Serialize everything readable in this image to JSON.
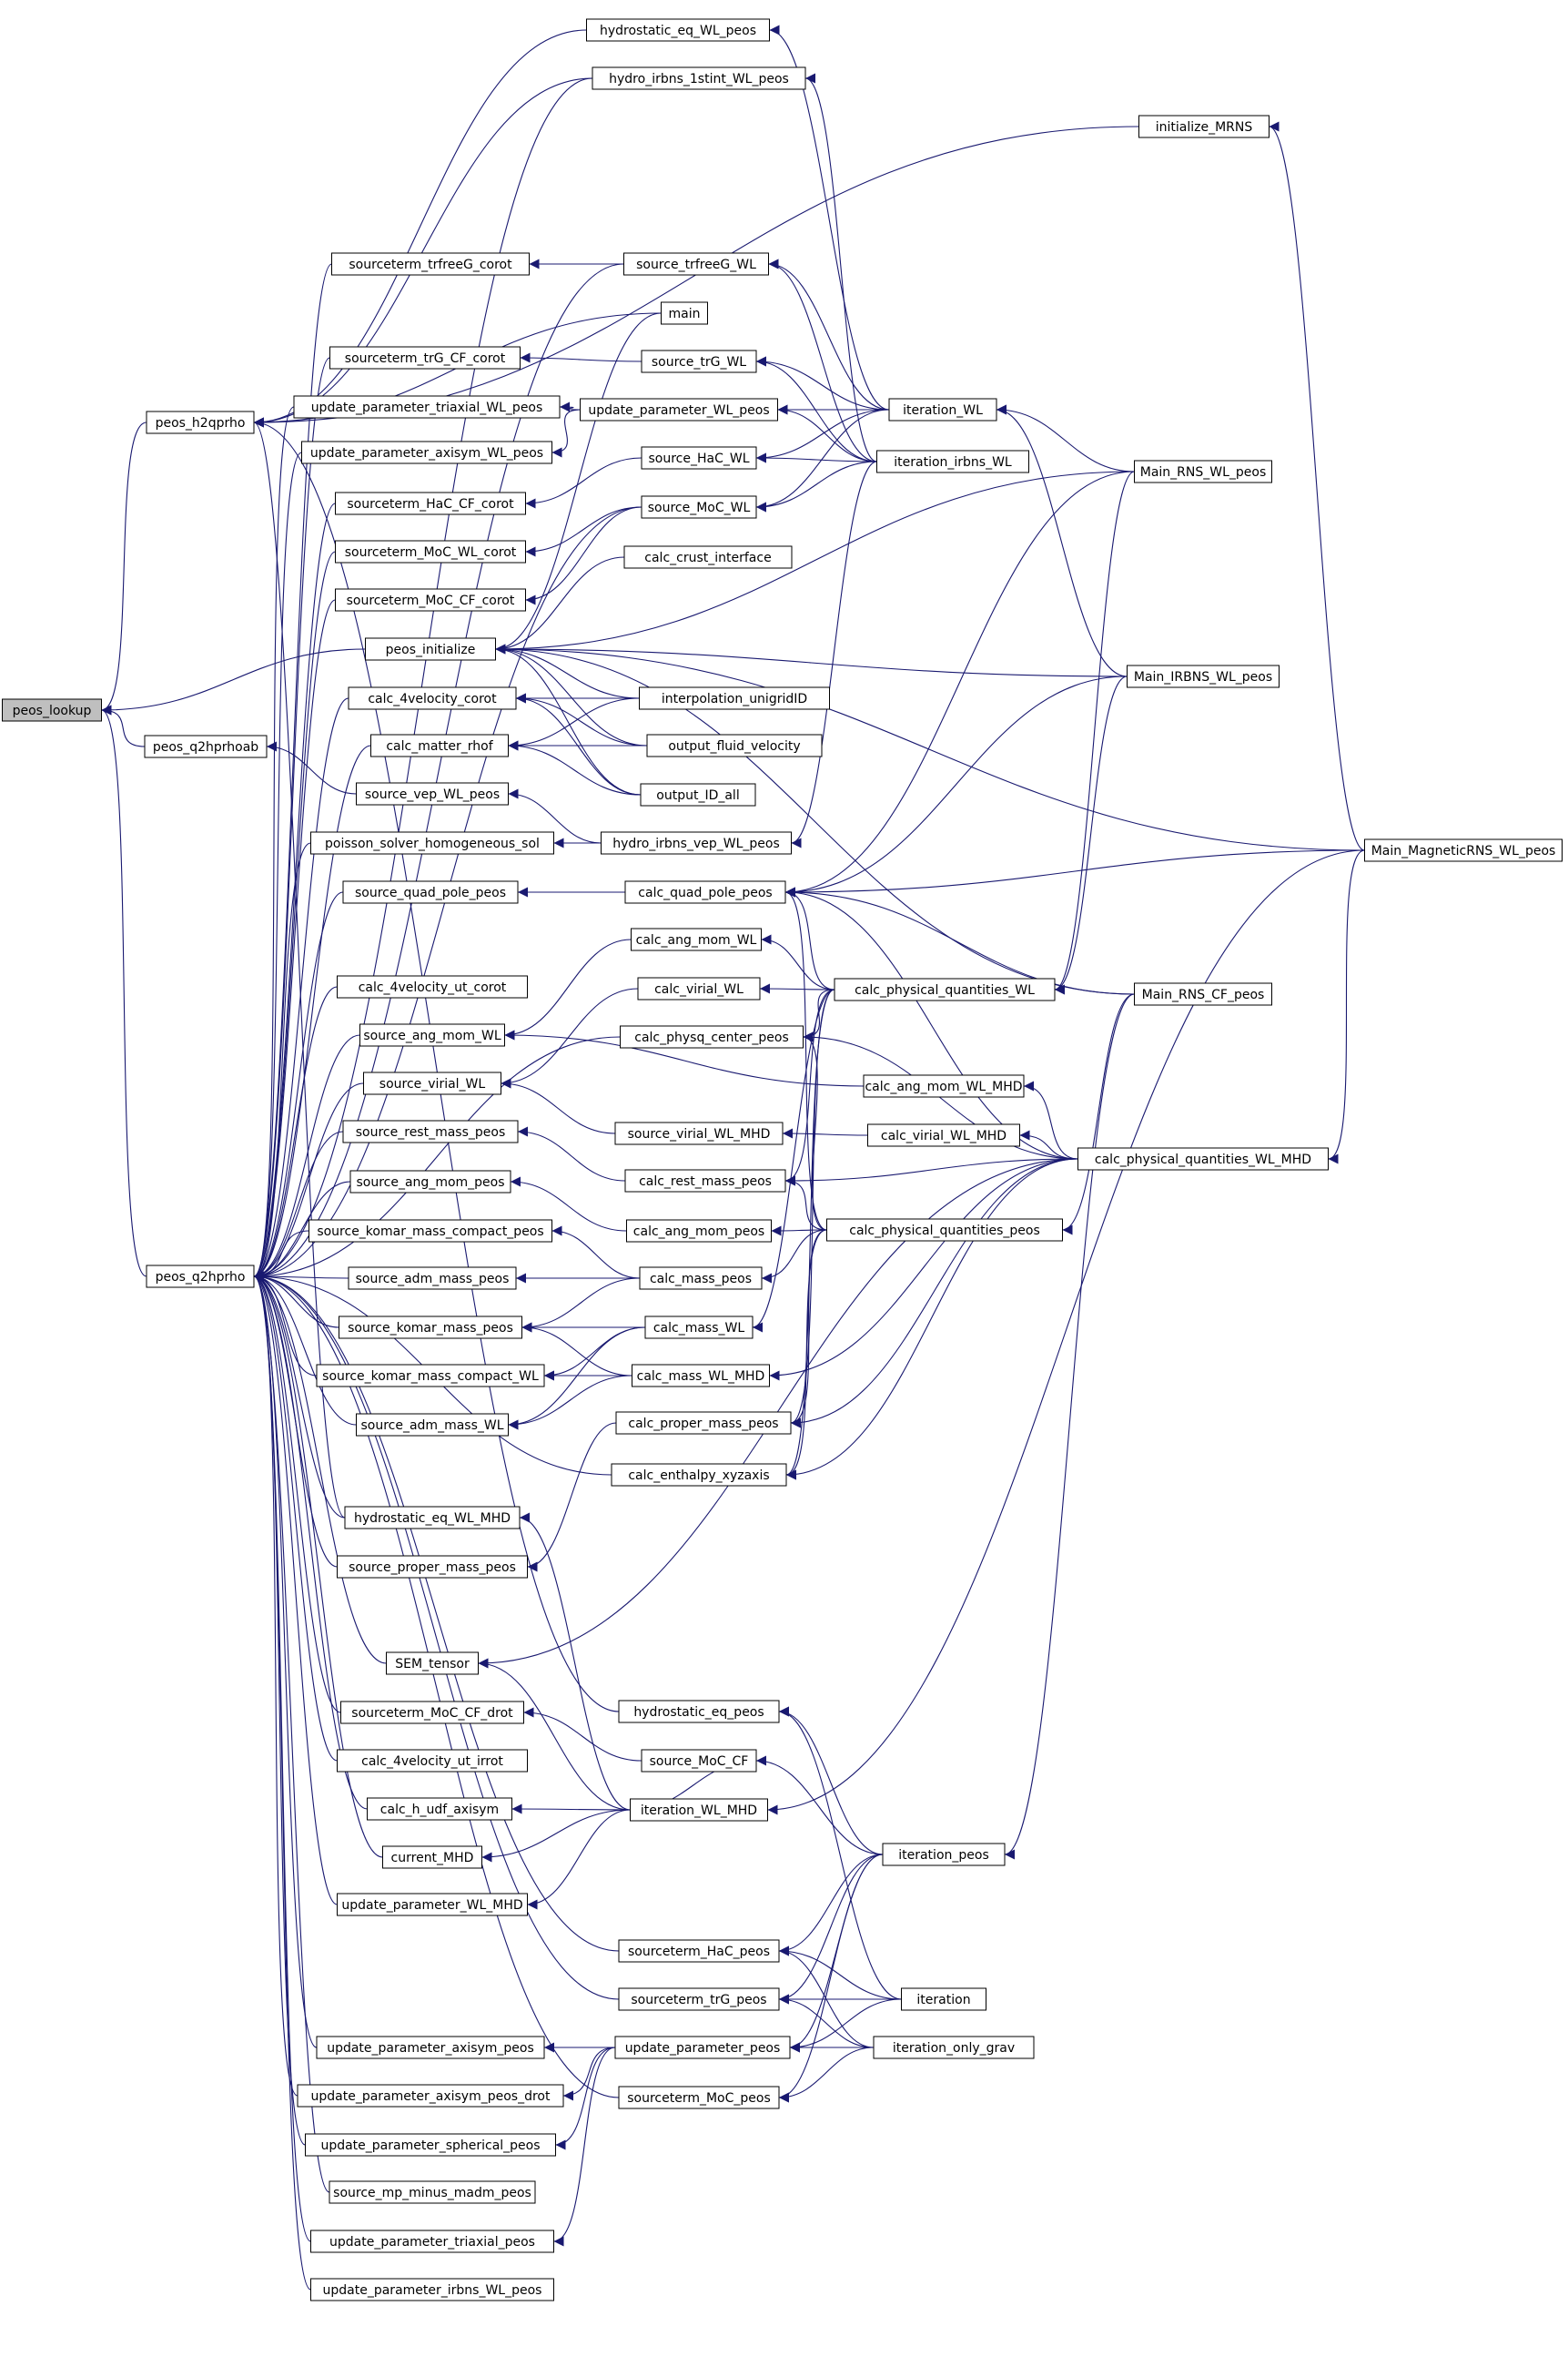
{
  "colors": {
    "edge": "#191970",
    "node_border": "#000000",
    "node_fill": "#ffffff",
    "root_fill": "#bfbfbf",
    "text": "#000000"
  },
  "nodes": [
    {
      "id": "peos_lookup",
      "label": "peos_lookup",
      "root": true
    },
    {
      "id": "peos_h2qprho",
      "label": "peos_h2qprho"
    },
    {
      "id": "peos_q2hprhoab",
      "label": "peos_q2hprhoab"
    },
    {
      "id": "peos_q2hprho",
      "label": "peos_q2hprho"
    },
    {
      "id": "hydrostatic_eq_WL_peos",
      "label": "hydrostatic_eq_WL_peos"
    },
    {
      "id": "hydro_irbns_1stint_WL_peos",
      "label": "hydro_irbns_1stint_WL_peos"
    },
    {
      "id": "initialize_MRNS",
      "label": "initialize_MRNS"
    },
    {
      "id": "sourceterm_trfreeG_corot",
      "label": "sourceterm_trfreeG_corot"
    },
    {
      "id": "source_trfreeG_WL",
      "label": "source_trfreeG_WL"
    },
    {
      "id": "main",
      "label": "main"
    },
    {
      "id": "sourceterm_trG_CF_corot",
      "label": "sourceterm_trG_CF_corot"
    },
    {
      "id": "source_trG_WL",
      "label": "source_trG_WL"
    },
    {
      "id": "update_parameter_triaxial_WL_peos",
      "label": "update_parameter_triaxial_WL_peos"
    },
    {
      "id": "update_parameter_WL_peos",
      "label": "update_parameter_WL_peos"
    },
    {
      "id": "iteration_WL",
      "label": "iteration_WL"
    },
    {
      "id": "update_parameter_axisym_WL_peos",
      "label": "update_parameter_axisym_WL_peos"
    },
    {
      "id": "source_HaC_WL",
      "label": "source_HaC_WL"
    },
    {
      "id": "iteration_irbns_WL",
      "label": "iteration_irbns_WL"
    },
    {
      "id": "Main_RNS_WL_peos",
      "label": "Main_RNS_WL_peos"
    },
    {
      "id": "sourceterm_HaC_CF_corot",
      "label": "sourceterm_HaC_CF_corot"
    },
    {
      "id": "source_MoC_WL",
      "label": "source_MoC_WL"
    },
    {
      "id": "sourceterm_MoC_WL_corot",
      "label": "sourceterm_MoC_WL_corot"
    },
    {
      "id": "calc_crust_interface",
      "label": "calc_crust_interface"
    },
    {
      "id": "sourceterm_MoC_CF_corot",
      "label": "sourceterm_MoC_CF_corot"
    },
    {
      "id": "peos_initialize",
      "label": "peos_initialize"
    },
    {
      "id": "Main_IRBNS_WL_peos",
      "label": "Main_IRBNS_WL_peos"
    },
    {
      "id": "calc_4velocity_corot",
      "label": "calc_4velocity_corot"
    },
    {
      "id": "interpolation_unigridID",
      "label": "interpolation_unigridID"
    },
    {
      "id": "calc_matter_rhof",
      "label": "calc_matter_rhof"
    },
    {
      "id": "output_fluid_velocity",
      "label": "output_fluid_velocity"
    },
    {
      "id": "source_vep_WL_peos",
      "label": "source_vep_WL_peos"
    },
    {
      "id": "output_ID_all",
      "label": "output_ID_all"
    },
    {
      "id": "poisson_solver_homogeneous_sol",
      "label": "poisson_solver_homogeneous_sol"
    },
    {
      "id": "hydro_irbns_vep_WL_peos",
      "label": "hydro_irbns_vep_WL_peos"
    },
    {
      "id": "Main_MagneticRNS_WL_peos",
      "label": "Main_MagneticRNS_WL_peos"
    },
    {
      "id": "source_quad_pole_peos",
      "label": "source_quad_pole_peos"
    },
    {
      "id": "calc_quad_pole_peos",
      "label": "calc_quad_pole_peos"
    },
    {
      "id": "calc_ang_mom_WL",
      "label": "calc_ang_mom_WL"
    },
    {
      "id": "calc_4velocity_ut_corot",
      "label": "calc_4velocity_ut_corot"
    },
    {
      "id": "calc_virial_WL",
      "label": "calc_virial_WL"
    },
    {
      "id": "calc_physical_quantities_WL",
      "label": "calc_physical_quantities_WL"
    },
    {
      "id": "Main_RNS_CF_peos",
      "label": "Main_RNS_CF_peos"
    },
    {
      "id": "source_ang_mom_WL",
      "label": "source_ang_mom_WL"
    },
    {
      "id": "calc_physq_center_peos",
      "label": "calc_physq_center_peos"
    },
    {
      "id": "source_virial_WL",
      "label": "source_virial_WL"
    },
    {
      "id": "calc_ang_mom_WL_MHD",
      "label": "calc_ang_mom_WL_MHD"
    },
    {
      "id": "source_rest_mass_peos",
      "label": "source_rest_mass_peos"
    },
    {
      "id": "source_virial_WL_MHD",
      "label": "source_virial_WL_MHD"
    },
    {
      "id": "calc_virial_WL_MHD",
      "label": "calc_virial_WL_MHD"
    },
    {
      "id": "calc_physical_quantities_WL_MHD",
      "label": "calc_physical_quantities_WL_MHD"
    },
    {
      "id": "calc_rest_mass_peos",
      "label": "calc_rest_mass_peos"
    },
    {
      "id": "source_ang_mom_peos",
      "label": "source_ang_mom_peos"
    },
    {
      "id": "calc_ang_mom_peos",
      "label": "calc_ang_mom_peos"
    },
    {
      "id": "calc_physical_quantities_peos",
      "label": "calc_physical_quantities_peos"
    },
    {
      "id": "source_komar_mass_compact_peos",
      "label": "source_komar_mass_compact_peos"
    },
    {
      "id": "source_adm_mass_peos",
      "label": "source_adm_mass_peos"
    },
    {
      "id": "calc_mass_peos",
      "label": "calc_mass_peos"
    },
    {
      "id": "source_komar_mass_peos",
      "label": "source_komar_mass_peos"
    },
    {
      "id": "calc_mass_WL",
      "label": "calc_mass_WL"
    },
    {
      "id": "source_komar_mass_compact_WL",
      "label": "source_komar_mass_compact_WL"
    },
    {
      "id": "calc_mass_WL_MHD",
      "label": "calc_mass_WL_MHD"
    },
    {
      "id": "source_adm_mass_WL",
      "label": "source_adm_mass_WL"
    },
    {
      "id": "calc_proper_mass_peos",
      "label": "calc_proper_mass_peos"
    },
    {
      "id": "calc_enthalpy_xyzaxis",
      "label": "calc_enthalpy_xyzaxis"
    },
    {
      "id": "hydrostatic_eq_WL_MHD",
      "label": "hydrostatic_eq_WL_MHD"
    },
    {
      "id": "source_proper_mass_peos",
      "label": "source_proper_mass_peos"
    },
    {
      "id": "SEM_tensor",
      "label": "SEM_tensor"
    },
    {
      "id": "hydrostatic_eq_peos",
      "label": "hydrostatic_eq_peos"
    },
    {
      "id": "sourceterm_MoC_CF_drot",
      "label": "sourceterm_MoC_CF_drot"
    },
    {
      "id": "source_MoC_CF",
      "label": "source_MoC_CF"
    },
    {
      "id": "calc_4velocity_ut_irrot",
      "label": "calc_4velocity_ut_irrot"
    },
    {
      "id": "calc_h_udf_axisym",
      "label": "calc_h_udf_axisym"
    },
    {
      "id": "iteration_WL_MHD",
      "label": "iteration_WL_MHD"
    },
    {
      "id": "current_MHD",
      "label": "current_MHD"
    },
    {
      "id": "iteration_peos",
      "label": "iteration_peos"
    },
    {
      "id": "update_parameter_WL_MHD",
      "label": "update_parameter_WL_MHD"
    },
    {
      "id": "sourceterm_HaC_peos",
      "label": "sourceterm_HaC_peos"
    },
    {
      "id": "sourceterm_trG_peos",
      "label": "sourceterm_trG_peos"
    },
    {
      "id": "iteration",
      "label": "iteration"
    },
    {
      "id": "update_parameter_axisym_peos",
      "label": "update_parameter_axisym_peos"
    },
    {
      "id": "update_parameter_peos",
      "label": "update_parameter_peos"
    },
    {
      "id": "iteration_only_grav",
      "label": "iteration_only_grav"
    },
    {
      "id": "update_parameter_axisym_peos_drot",
      "label": "update_parameter_axisym_peos_drot"
    },
    {
      "id": "sourceterm_MoC_peos",
      "label": "sourceterm_MoC_peos"
    },
    {
      "id": "update_parameter_spherical_peos",
      "label": "update_parameter_spherical_peos"
    },
    {
      "id": "source_mp_minus_madm_peos",
      "label": "source_mp_minus_madm_peos"
    },
    {
      "id": "update_parameter_triaxial_peos",
      "label": "update_parameter_triaxial_peos"
    },
    {
      "id": "update_parameter_irbns_WL_peos",
      "label": "update_parameter_irbns_WL_peos"
    }
  ],
  "edges": [
    [
      "peos_h2qprho",
      "peos_lookup"
    ],
    [
      "peos_q2hprhoab",
      "peos_lookup"
    ],
    [
      "peos_q2hprho",
      "peos_lookup"
    ],
    [
      "peos_initialize",
      "peos_lookup"
    ],
    [
      "hydrostatic_eq_WL_peos",
      "peos_h2qprho"
    ],
    [
      "hydro_irbns_1stint_WL_peos",
      "peos_h2qprho"
    ],
    [
      "initialize_MRNS",
      "peos_h2qprho"
    ],
    [
      "main",
      "peos_h2qprho"
    ],
    [
      "hydrostatic_eq_WL_MHD",
      "peos_h2qprho"
    ],
    [
      "hydrostatic_eq_peos",
      "peos_h2qprho"
    ],
    [
      "source_vep_WL_peos",
      "peos_q2hprhoab"
    ],
    [
      "sourceterm_trfreeG_corot",
      "peos_q2hprho"
    ],
    [
      "sourceterm_trG_CF_corot",
      "peos_q2hprho"
    ],
    [
      "update_parameter_triaxial_WL_peos",
      "peos_q2hprho"
    ],
    [
      "update_parameter_axisym_WL_peos",
      "peos_q2hprho"
    ],
    [
      "sourceterm_HaC_CF_corot",
      "peos_q2hprho"
    ],
    [
      "sourceterm_MoC_WL_corot",
      "peos_q2hprho"
    ],
    [
      "sourceterm_MoC_CF_corot",
      "peos_q2hprho"
    ],
    [
      "calc_4velocity_corot",
      "peos_q2hprho"
    ],
    [
      "calc_matter_rhof",
      "peos_q2hprho"
    ],
    [
      "poisson_solver_homogeneous_sol",
      "peos_q2hprho"
    ],
    [
      "source_quad_pole_peos",
      "peos_q2hprho"
    ],
    [
      "calc_physq_center_peos",
      "peos_q2hprho"
    ],
    [
      "calc_4velocity_ut_corot",
      "peos_q2hprho"
    ],
    [
      "source_ang_mom_WL",
      "peos_q2hprho"
    ],
    [
      "source_virial_WL",
      "peos_q2hprho"
    ],
    [
      "source_rest_mass_peos",
      "peos_q2hprho"
    ],
    [
      "source_ang_mom_peos",
      "peos_q2hprho"
    ],
    [
      "source_komar_mass_compact_peos",
      "peos_q2hprho"
    ],
    [
      "source_adm_mass_peos",
      "peos_q2hprho"
    ],
    [
      "source_komar_mass_peos",
      "peos_q2hprho"
    ],
    [
      "source_komar_mass_compact_WL",
      "peos_q2hprho"
    ],
    [
      "source_adm_mass_WL",
      "peos_q2hprho"
    ],
    [
      "calc_enthalpy_xyzaxis",
      "peos_q2hprho"
    ],
    [
      "hydrostatic_eq_WL_MHD",
      "peos_q2hprho"
    ],
    [
      "source_proper_mass_peos",
      "peos_q2hprho"
    ],
    [
      "SEM_tensor",
      "peos_q2hprho"
    ],
    [
      "sourceterm_MoC_CF_drot",
      "peos_q2hprho"
    ],
    [
      "calc_4velocity_ut_irrot",
      "peos_q2hprho"
    ],
    [
      "calc_h_udf_axisym",
      "peos_q2hprho"
    ],
    [
      "current_MHD",
      "peos_q2hprho"
    ],
    [
      "update_parameter_WL_MHD",
      "peos_q2hprho"
    ],
    [
      "sourceterm_HaC_peos",
      "peos_q2hprho"
    ],
    [
      "sourceterm_trG_peos",
      "peos_q2hprho"
    ],
    [
      "update_parameter_axisym_peos",
      "peos_q2hprho"
    ],
    [
      "update_parameter_axisym_peos_drot",
      "peos_q2hprho"
    ],
    [
      "update_parameter_spherical_peos",
      "peos_q2hprho"
    ],
    [
      "source_mp_minus_madm_peos",
      "peos_q2hprho"
    ],
    [
      "update_parameter_triaxial_peos",
      "peos_q2hprho"
    ],
    [
      "update_parameter_irbns_WL_peos",
      "peos_q2hprho"
    ],
    [
      "sourceterm_MoC_peos",
      "peos_q2hprho"
    ],
    [
      "hydro_irbns_1stint_WL_peos",
      "peos_q2hprho"
    ],
    [
      "source_MoC_WL",
      "peos_q2hprho"
    ],
    [
      "source_trfreeG_WL",
      "peos_q2hprho"
    ],
    [
      "iteration_WL",
      "hydrostatic_eq_WL_peos"
    ],
    [
      "iteration_irbns_WL",
      "hydro_irbns_1stint_WL_peos"
    ],
    [
      "Main_MagneticRNS_WL_peos",
      "initialize_MRNS"
    ],
    [
      "source_trfreeG_WL",
      "sourceterm_trfreeG_corot"
    ],
    [
      "source_trG_WL",
      "sourceterm_trG_CF_corot"
    ],
    [
      "update_parameter_WL_peos",
      "update_parameter_triaxial_WL_peos"
    ],
    [
      "update_parameter_WL_peos",
      "update_parameter_axisym_WL_peos"
    ],
    [
      "source_HaC_WL",
      "sourceterm_HaC_CF_corot"
    ],
    [
      "source_MoC_WL",
      "sourceterm_MoC_WL_corot"
    ],
    [
      "source_MoC_WL",
      "sourceterm_MoC_CF_corot"
    ],
    [
      "iteration_WL",
      "source_trfreeG_WL"
    ],
    [
      "iteration_irbns_WL",
      "source_trfreeG_WL"
    ],
    [
      "iteration_WL",
      "source_trG_WL"
    ],
    [
      "iteration_irbns_WL",
      "source_trG_WL"
    ],
    [
      "iteration_WL",
      "update_parameter_WL_peos"
    ],
    [
      "iteration_irbns_WL",
      "update_parameter_WL_peos"
    ],
    [
      "iteration_WL",
      "source_HaC_WL"
    ],
    [
      "iteration_irbns_WL",
      "source_HaC_WL"
    ],
    [
      "iteration_WL",
      "source_MoC_WL"
    ],
    [
      "iteration_irbns_WL",
      "source_MoC_WL"
    ],
    [
      "Main_RNS_WL_peos",
      "iteration_WL"
    ],
    [
      "Main_IRBNS_WL_peos",
      "iteration_WL"
    ],
    [
      "main",
      "peos_initialize"
    ],
    [
      "Main_RNS_WL_peos",
      "peos_initialize"
    ],
    [
      "Main_IRBNS_WL_peos",
      "peos_initialize"
    ],
    [
      "Main_MagneticRNS_WL_peos",
      "peos_initialize"
    ],
    [
      "Main_RNS_CF_peos",
      "peos_initialize"
    ],
    [
      "calc_crust_interface",
      "peos_initialize"
    ],
    [
      "interpolation_unigridID",
      "peos_initialize"
    ],
    [
      "output_fluid_velocity",
      "peos_initialize"
    ],
    [
      "output_ID_all",
      "peos_initialize"
    ],
    [
      "interpolation_unigridID",
      "calc_4velocity_corot"
    ],
    [
      "output_fluid_velocity",
      "calc_4velocity_corot"
    ],
    [
      "output_ID_all",
      "calc_4velocity_corot"
    ],
    [
      "interpolation_unigridID",
      "calc_matter_rhof"
    ],
    [
      "output_fluid_velocity",
      "calc_matter_rhof"
    ],
    [
      "output_ID_all",
      "calc_matter_rhof"
    ],
    [
      "hydro_irbns_vep_WL_peos",
      "source_vep_WL_peos"
    ],
    [
      "hydro_irbns_vep_WL_peos",
      "poisson_solver_homogeneous_sol"
    ],
    [
      "iteration_irbns_WL",
      "hydro_irbns_vep_WL_peos"
    ],
    [
      "calc_quad_pole_peos",
      "source_quad_pole_peos"
    ],
    [
      "Main_RNS_WL_peos",
      "calc_quad_pole_peos"
    ],
    [
      "Main_IRBNS_WL_peos",
      "calc_quad_pole_peos"
    ],
    [
      "Main_MagneticRNS_WL_peos",
      "calc_quad_pole_peos"
    ],
    [
      "Main_RNS_CF_peos",
      "calc_quad_pole_peos"
    ],
    [
      "calc_physical_quantities_WL",
      "calc_quad_pole_peos"
    ],
    [
      "calc_physical_quantities_WL_MHD",
      "calc_quad_pole_peos"
    ],
    [
      "calc_physical_quantities_peos",
      "calc_quad_pole_peos"
    ],
    [
      "calc_ang_mom_WL",
      "source_ang_mom_WL"
    ],
    [
      "calc_physical_quantities_WL",
      "calc_ang_mom_WL"
    ],
    [
      "calc_virial_WL",
      "source_virial_WL"
    ],
    [
      "calc_physical_quantities_WL",
      "calc_virial_WL"
    ],
    [
      "Main_RNS_WL_peos",
      "calc_physical_quantities_WL"
    ],
    [
      "Main_IRBNS_WL_peos",
      "calc_physical_quantities_WL"
    ],
    [
      "calc_physical_quantities_WL",
      "calc_physq_center_peos"
    ],
    [
      "calc_physical_quantities_WL_MHD",
      "calc_physq_center_peos"
    ],
    [
      "calc_physical_quantities_peos",
      "calc_physq_center_peos"
    ],
    [
      "calc_ang_mom_WL_MHD",
      "source_ang_mom_WL"
    ],
    [
      "calc_physical_quantities_WL_MHD",
      "calc_ang_mom_WL_MHD"
    ],
    [
      "source_virial_WL_MHD",
      "source_virial_WL"
    ],
    [
      "calc_virial_WL_MHD",
      "source_virial_WL_MHD"
    ],
    [
      "calc_physical_quantities_WL_MHD",
      "calc_virial_WL_MHD"
    ],
    [
      "Main_MagneticRNS_WL_peos",
      "calc_physical_quantities_WL_MHD"
    ],
    [
      "calc_rest_mass_peos",
      "source_rest_mass_peos"
    ],
    [
      "calc_physical_quantities_WL",
      "calc_rest_mass_peos"
    ],
    [
      "calc_physical_quantities_WL_MHD",
      "calc_rest_mass_peos"
    ],
    [
      "calc_physical_quantities_peos",
      "calc_rest_mass_peos"
    ],
    [
      "calc_ang_mom_peos",
      "source_ang_mom_peos"
    ],
    [
      "calc_physical_quantities_peos",
      "calc_ang_mom_peos"
    ],
    [
      "Main_RNS_CF_peos",
      "calc_physical_quantities_peos"
    ],
    [
      "calc_mass_peos",
      "source_komar_mass_compact_peos"
    ],
    [
      "calc_mass_peos",
      "source_adm_mass_peos"
    ],
    [
      "calc_mass_peos",
      "source_komar_mass_peos"
    ],
    [
      "calc_physical_quantities_peos",
      "calc_mass_peos"
    ],
    [
      "calc_mass_WL",
      "source_komar_mass_peos"
    ],
    [
      "calc_mass_WL",
      "source_komar_mass_compact_WL"
    ],
    [
      "calc_mass_WL",
      "source_adm_mass_WL"
    ],
    [
      "calc_physical_quantities_WL",
      "calc_mass_WL"
    ],
    [
      "calc_mass_WL_MHD",
      "source_komar_mass_peos"
    ],
    [
      "calc_mass_WL_MHD",
      "source_komar_mass_compact_WL"
    ],
    [
      "calc_mass_WL_MHD",
      "source_adm_mass_WL"
    ],
    [
      "calc_physical_quantities_WL_MHD",
      "calc_mass_WL_MHD"
    ],
    [
      "calc_proper_mass_peos",
      "source_proper_mass_peos"
    ],
    [
      "calc_physical_quantities_WL",
      "calc_proper_mass_peos"
    ],
    [
      "calc_physical_quantities_WL_MHD",
      "calc_proper_mass_peos"
    ],
    [
      "calc_physical_quantities_peos",
      "calc_proper_mass_peos"
    ],
    [
      "calc_physical_quantities_WL",
      "calc_enthalpy_xyzaxis"
    ],
    [
      "calc_physical_quantities_WL_MHD",
      "calc_enthalpy_xyzaxis"
    ],
    [
      "calc_physical_quantities_peos",
      "calc_enthalpy_xyzaxis"
    ],
    [
      "iteration_WL_MHD",
      "hydrostatic_eq_WL_MHD"
    ],
    [
      "iteration_WL_MHD",
      "SEM_tensor"
    ],
    [
      "calc_physical_quantities_WL_MHD",
      "SEM_tensor"
    ],
    [
      "iteration_peos",
      "hydrostatic_eq_peos"
    ],
    [
      "iteration",
      "hydrostatic_eq_peos"
    ],
    [
      "source_MoC_CF",
      "sourceterm_MoC_CF_drot"
    ],
    [
      "iteration_peos",
      "source_MoC_CF"
    ],
    [
      "iteration_WL_MHD",
      "source_MoC_CF"
    ],
    [
      "iteration_WL_MHD",
      "calc_h_udf_axisym"
    ],
    [
      "iteration_WL_MHD",
      "current_MHD"
    ],
    [
      "iteration_WL_MHD",
      "update_parameter_WL_MHD"
    ],
    [
      "Main_MagneticRNS_WL_peos",
      "iteration_WL_MHD"
    ],
    [
      "Main_RNS_CF_peos",
      "iteration_peos"
    ],
    [
      "iteration_peos",
      "sourceterm_HaC_peos"
    ],
    [
      "iteration",
      "sourceterm_HaC_peos"
    ],
    [
      "iteration_only_grav",
      "sourceterm_HaC_peos"
    ],
    [
      "iteration_peos",
      "sourceterm_trG_peos"
    ],
    [
      "iteration",
      "sourceterm_trG_peos"
    ],
    [
      "iteration_only_grav",
      "sourceterm_trG_peos"
    ],
    [
      "update_parameter_peos",
      "update_parameter_axisym_peos"
    ],
    [
      "update_parameter_peos",
      "update_parameter_axisym_peos_drot"
    ],
    [
      "update_parameter_peos",
      "update_parameter_spherical_peos"
    ],
    [
      "update_parameter_peos",
      "update_parameter_triaxial_peos"
    ],
    [
      "iteration_peos",
      "update_parameter_peos"
    ],
    [
      "iteration",
      "update_parameter_peos"
    ],
    [
      "iteration_only_grav",
      "update_parameter_peos"
    ],
    [
      "iteration_peos",
      "sourceterm_MoC_peos"
    ],
    [
      "iteration_only_grav",
      "sourceterm_MoC_peos"
    ]
  ]
}
